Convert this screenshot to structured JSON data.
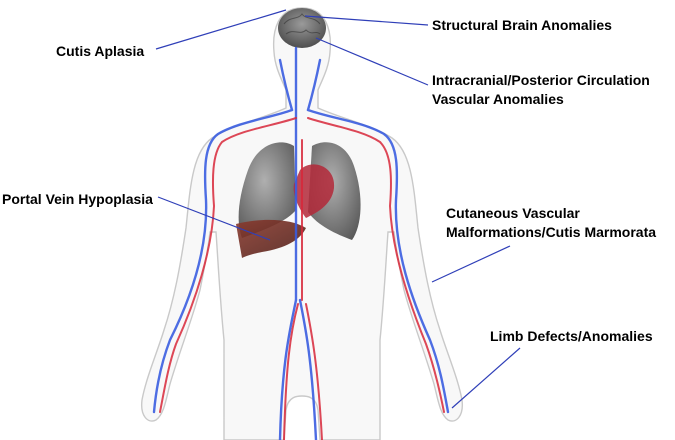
{
  "figure": {
    "annotations": [
      {
        "id": "cutis-aplasia",
        "lines": [
          "Cutis Aplasia"
        ]
      },
      {
        "id": "structural-brain",
        "lines": [
          "Structural Brain Anomalies"
        ]
      },
      {
        "id": "intracranial",
        "lines": [
          "Intracranial/Posterior Circulation",
          "Vascular Anomalies"
        ]
      },
      {
        "id": "portal-vein",
        "lines": [
          "Portal Vein Hypoplasia"
        ]
      },
      {
        "id": "cutaneous-vascular",
        "lines": [
          "Cutaneous Vascular",
          "Malformations/Cutis Marmorata"
        ]
      },
      {
        "id": "limb-defects",
        "lines": [
          "Limb Defects/Anomalies"
        ]
      }
    ],
    "colors": {
      "leader_line": "#2f3fb8",
      "vein": "#3a5de0",
      "artery": "#d8283a",
      "lung": "#7d7d7d",
      "liver": "#6e2a22",
      "body_outline": "#c9c9c9"
    }
  }
}
